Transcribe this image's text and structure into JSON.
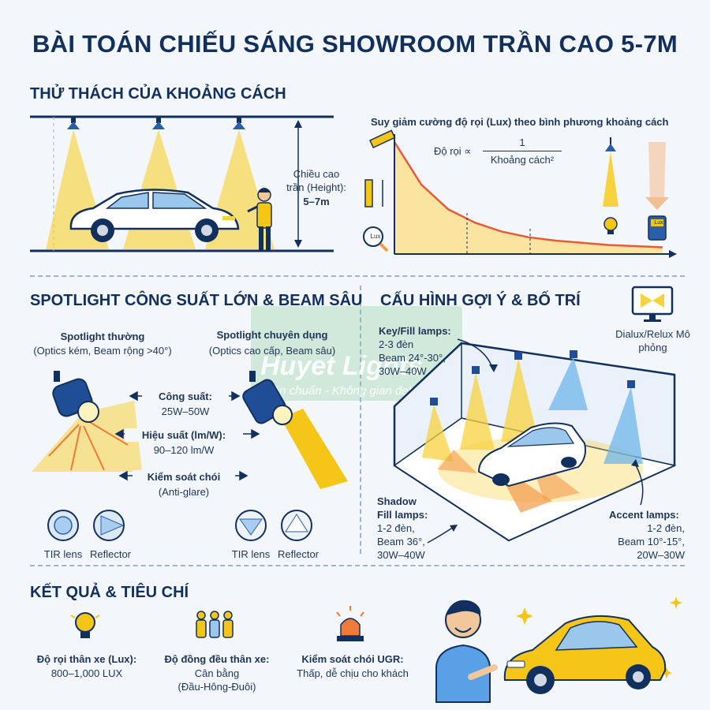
{
  "title": "BÀI TOÁN CHIẾU SÁNG SHOWROOM TRẦN CAO 5-7M",
  "sections": {
    "challenge": "THỬ THÁCH CỦA KHOẢNG CÁCH",
    "spotlight": "SPOTLIGHT CÔNG SUẤT LỚN & BEAM SÂU",
    "config": "CẤU HÌNH GỢI Ý & BỐ TRÍ",
    "result": "KẾT QUẢ & TIÊU CHÍ"
  },
  "challenge": {
    "height_label": "Chiều cao trần (Height):",
    "height_value": "5–7m",
    "chart_title": "Suy giảm cường độ rọi (Lux) theo bình phương khoảng cách",
    "formula_lhs": "Độ rọi ∝",
    "formula_num": "1",
    "formula_den": "Khoảng cách²",
    "lux_badge": "Lux",
    "lux_meter": "Lux"
  },
  "chart_data": {
    "type": "area",
    "x": [
      0,
      1,
      2,
      3,
      4,
      5,
      6,
      7,
      8,
      9,
      10
    ],
    "values": [
      100,
      62,
      40,
      28,
      20,
      15,
      12,
      10,
      8,
      7,
      6
    ]
  },
  "spotlight": {
    "normal_title": "Spotlight thường",
    "normal_sub": "(Optics kém, Beam rộng >40°)",
    "pro_title": "Spotlight chuyên dụng",
    "pro_sub": "(Optics cao cấp, Beam sâu)",
    "power_label": "Công suất:",
    "power_value": "25W–50W",
    "eff_label": "Hiệu suất (lm/W):",
    "eff_value": "90–120 lm/W",
    "glare_label": "Kiểm soát chói",
    "glare_value": "(Anti-glare)",
    "lens1": "TIR lens",
    "refl1": "Reflector",
    "lens2": "TIR lens",
    "refl2": "Reflector"
  },
  "watermark": {
    "brand": "Huyet Lights",
    "slogan": "Đèn chuẩn - Không gian đẹt"
  },
  "config": {
    "software": "Dialux/Relux Mô phỏng",
    "key_title": "Key/Fill lamps:",
    "key_l1": "2-3 đèn",
    "key_l2": "Beam 24°-30°,",
    "key_l3": "30W–40W",
    "shadow_t1": "Shadow",
    "shadow_t2": "Fill lamps:",
    "shadow_l1": "1-2 đèn,",
    "shadow_l2": "Beam 36°,",
    "shadow_l3": "30W–40W",
    "accent_title": "Accent lamps:",
    "accent_l1": "1-2 đèn,",
    "accent_l2": "Beam 10°-15°,",
    "accent_l3": "20W–30W"
  },
  "result": {
    "lux_label": "Độ rọi thân xe (Lux):",
    "lux_value": "800–1,000 LUX",
    "uni_label": "Độ đồng đều thân xe:",
    "uni_value1": "Cân bằng",
    "uni_value2": "(Đầu-Hông-Đuôi)",
    "ugr_label": "Kiểm soát chói UGR:",
    "ugr_value": "Thấp, dễ chịu cho khách"
  },
  "colors": {
    "navy": "#12305e",
    "beam_yellow": "#f7d23e",
    "beam_orange": "#f39a4a",
    "beam_blue": "#6fb6ea",
    "car_yellow": "#f5c518"
  }
}
